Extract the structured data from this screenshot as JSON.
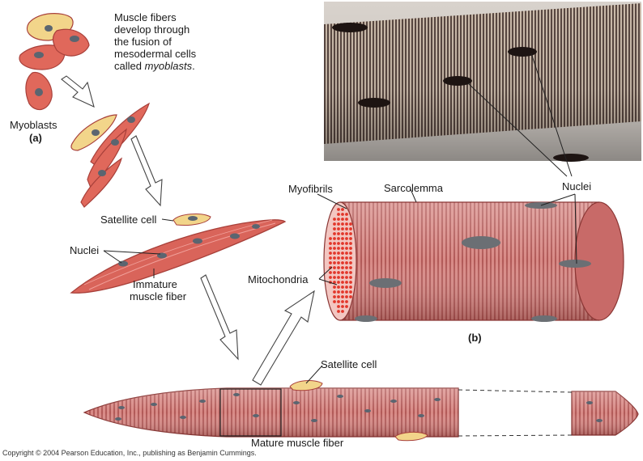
{
  "intro": {
    "line1": "Muscle fibers",
    "line2": "develop through",
    "line3": "the fusion of",
    "line4": "mesodermal cells",
    "line5_prefix": "called ",
    "line5_term": "myoblasts",
    "line5_suffix": "."
  },
  "labels": {
    "myoblasts": "Myoblasts",
    "panel_a": "(a)",
    "satellite_cell_upper": "Satellite cell",
    "nuclei_left": "Nuclei",
    "immature_line1": "Immature",
    "immature_line2": "muscle fiber",
    "myofibrils": "Myofibrils",
    "sarcolemma": "Sarcolemma",
    "nuclei_right": "Nuclei",
    "mitochondria": "Mitochondria",
    "panel_b": "(b)",
    "satellite_cell_lower": "Satellite cell",
    "mature_fiber": "Mature muscle fiber"
  },
  "copyright": "Copyright © 2004 Pearson Education, Inc., publishing as Benjamin Cummings.",
  "colors": {
    "muscle_fill": "#d9827c",
    "muscle_stroke": "#a8403a",
    "myoblast_fill": "#e0685b",
    "satellite_fill": "#f2d58a",
    "nucleus_fill": "#5b6570",
    "mito_fill": "#e2362a",
    "photo_dark": "#3b2a26"
  }
}
